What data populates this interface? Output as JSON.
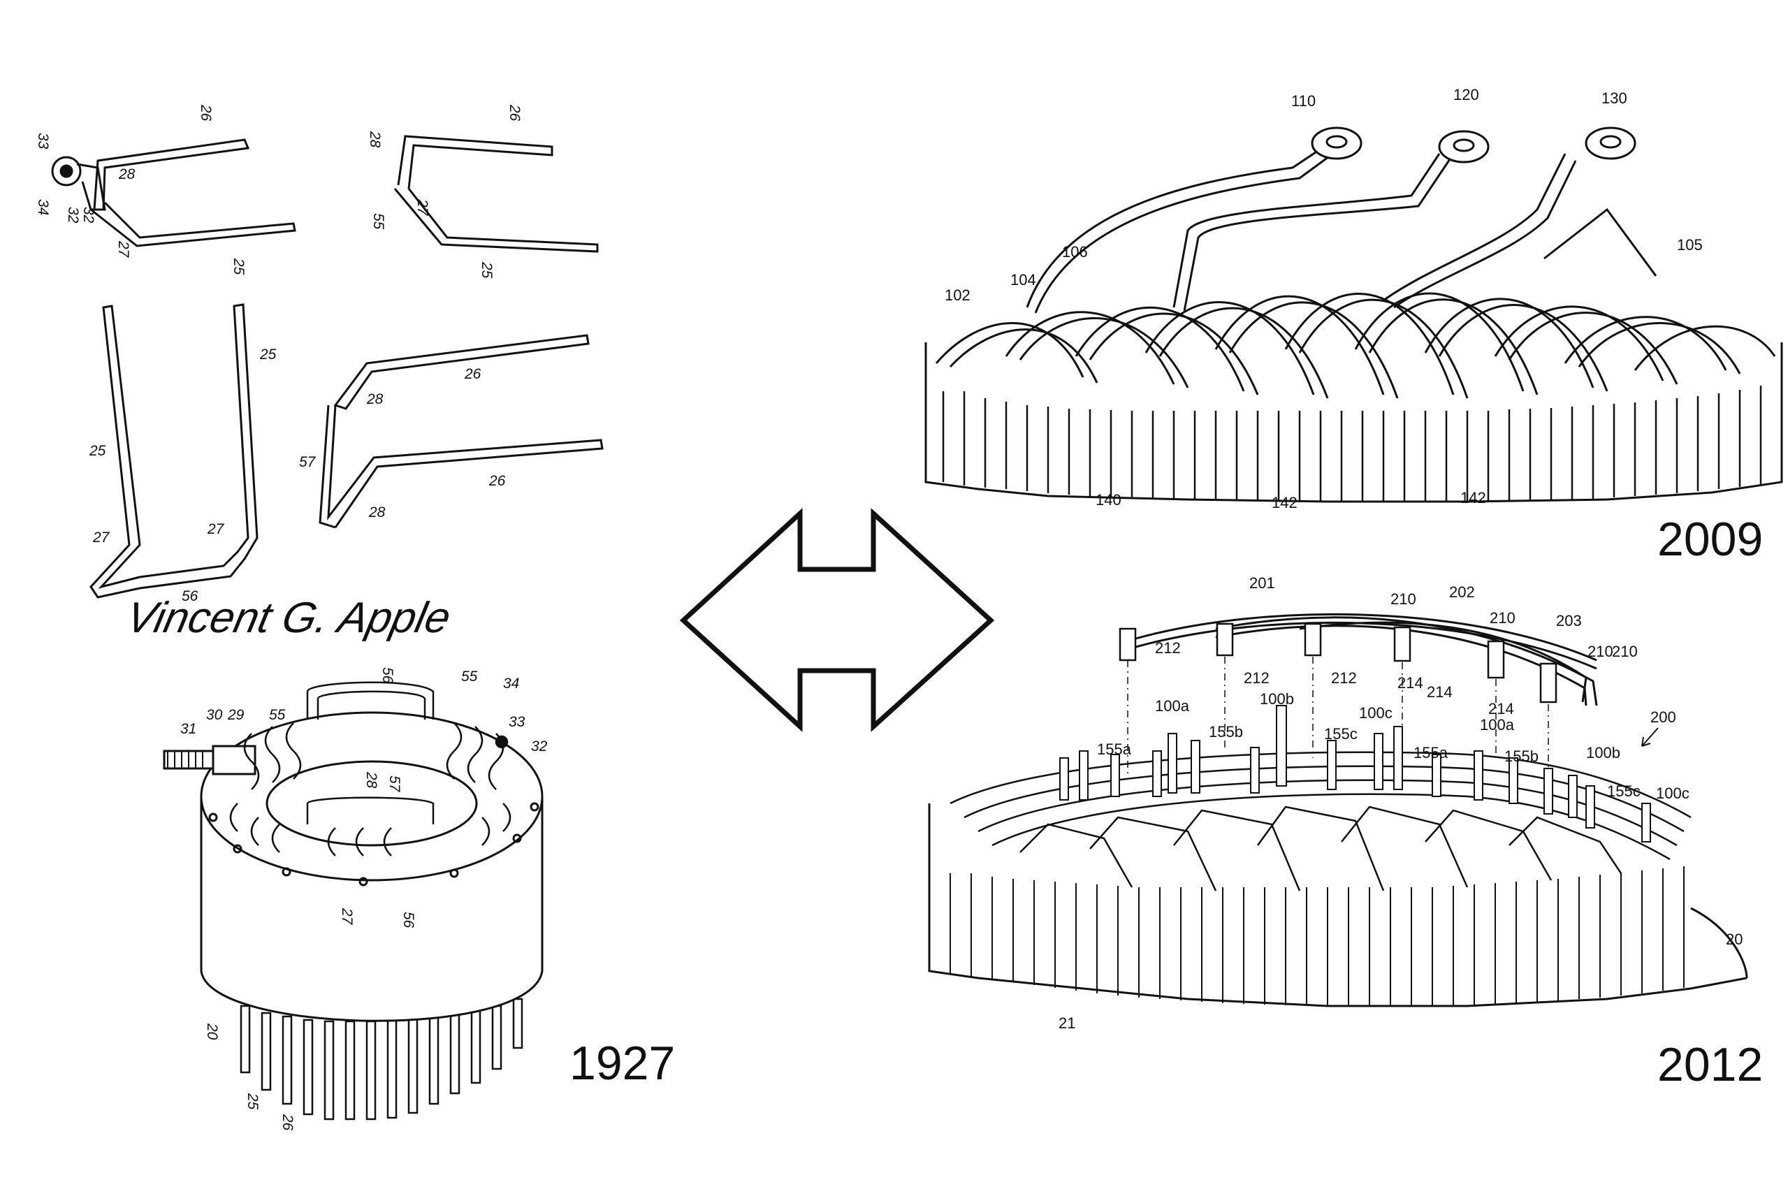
{
  "years": {
    "left_bottom": "1927",
    "right_top": "2009",
    "right_bottom": "2012"
  },
  "signature": "Vincent G. Apple",
  "fig1927": {
    "refs_top_left": [
      "33",
      "26",
      "28",
      "27",
      "25",
      "34",
      "32",
      "32"
    ],
    "refs_top_right": [
      "28",
      "26",
      "27",
      "55",
      "25"
    ],
    "refs_mid_left": [
      "25",
      "25",
      "27",
      "27",
      "56"
    ],
    "refs_mid_right": [
      "26",
      "28",
      "57",
      "26",
      "28"
    ],
    "refs_motor": [
      "56",
      "55",
      "31",
      "30",
      "29",
      "55",
      "34",
      "33",
      "32",
      "28",
      "57",
      "27",
      "56",
      "20",
      "25",
      "26"
    ]
  },
  "fig2009": {
    "refs": [
      "110",
      "120",
      "130",
      "106",
      "105",
      "104",
      "102",
      "140",
      "142",
      "142"
    ]
  },
  "fig2012": {
    "refs": [
      "201",
      "202",
      "203",
      "210",
      "210",
      "210",
      "210",
      "212",
      "212",
      "212",
      "214",
      "214",
      "214",
      "100a",
      "100b",
      "100c",
      "100a",
      "100b",
      "100c",
      "155a",
      "155b",
      "155c",
      "155a",
      "155b",
      "155c",
      "200",
      "20",
      "21"
    ]
  },
  "arrow_icon": "double-headed-arrow"
}
